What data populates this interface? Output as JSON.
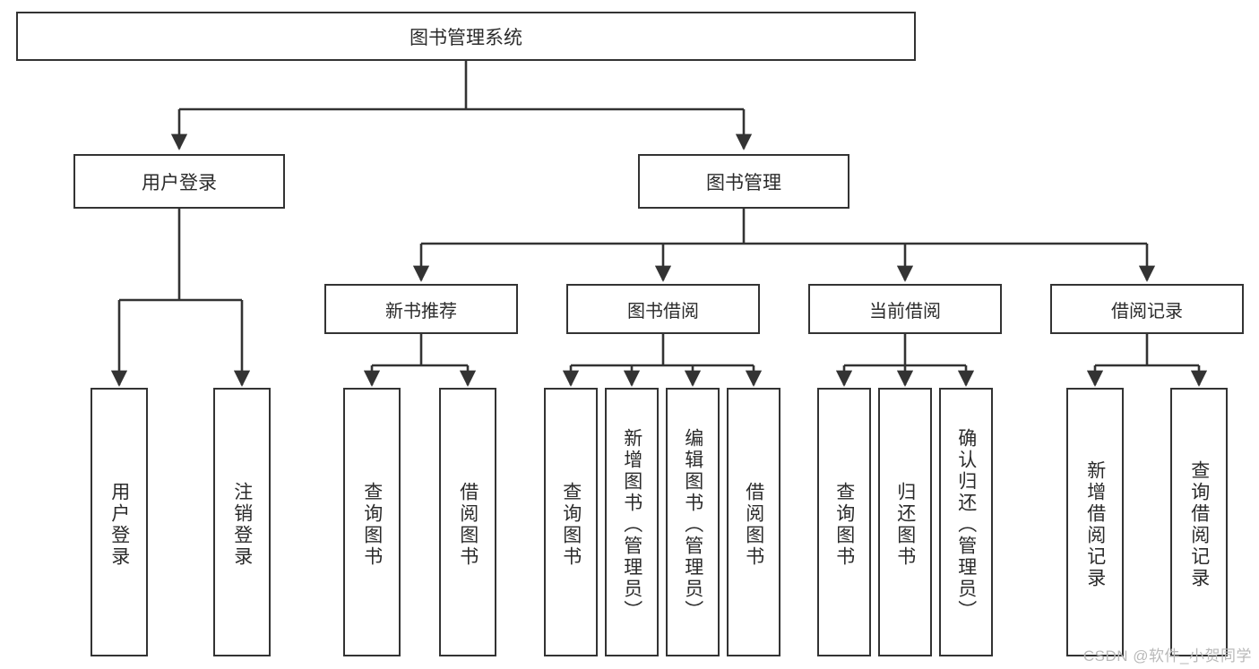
{
  "diagram": {
    "title": "图书管理系统",
    "type": "tree-hierarchy",
    "watermark": "CSDN @软件_小贺同学",
    "colors": {
      "stroke": "#333333",
      "fill": "#ffffff",
      "text": "#2b2b2b",
      "watermark": "#b9b9b9"
    }
  },
  "nodes": {
    "root": {
      "label": "图书管理系统"
    },
    "level1": [
      {
        "id": "user-login",
        "label": "用户登录"
      },
      {
        "id": "book-manage",
        "label": "图书管理"
      }
    ],
    "level2": [
      {
        "id": "new-book-recommend",
        "label": "新书推荐"
      },
      {
        "id": "book-borrow",
        "label": "图书借阅"
      },
      {
        "id": "current-borrow",
        "label": "当前借阅"
      },
      {
        "id": "borrow-record",
        "label": "借阅记录"
      }
    ],
    "leaves": {
      "user_login": [
        {
          "id": "leaf-user-login",
          "label": "用户登录"
        },
        {
          "id": "leaf-logout-login",
          "label": "注销登录"
        }
      ],
      "new_book_recommend": [
        {
          "id": "leaf-query-book-1",
          "label": "查询图书"
        },
        {
          "id": "leaf-borrow-book-1",
          "label": "借阅图书"
        }
      ],
      "book_borrow": [
        {
          "id": "leaf-query-book-2",
          "label": "查询图书"
        },
        {
          "id": "leaf-add-book",
          "label": "新增图书（管理员）"
        },
        {
          "id": "leaf-edit-book",
          "label": "编辑图书（管理员）"
        },
        {
          "id": "leaf-borrow-book-2",
          "label": "借阅图书"
        }
      ],
      "current_borrow": [
        {
          "id": "leaf-query-book-3",
          "label": "查询图书"
        },
        {
          "id": "leaf-return-book",
          "label": "归还图书"
        },
        {
          "id": "leaf-confirm-return",
          "label": "确认归还（管理员）"
        }
      ],
      "borrow_record": [
        {
          "id": "leaf-add-record",
          "label": "新增借阅记录"
        },
        {
          "id": "leaf-query-record",
          "label": "查询借阅记录"
        }
      ]
    }
  }
}
